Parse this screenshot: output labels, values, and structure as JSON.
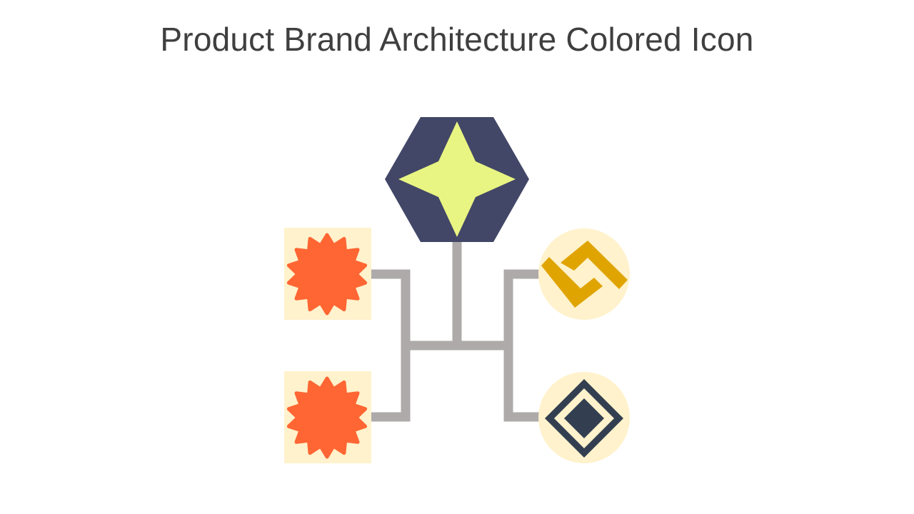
{
  "slide": {
    "title": "Product Brand Architecture Colored Icon"
  },
  "colors": {
    "background": "#ffffff",
    "title_text": "#3f3f3f",
    "connector": "#aeaaaa",
    "hexagon": "#424767",
    "star": "#e9f582",
    "tile_background": "#fff2cc",
    "sunburst": "#ff6633",
    "gold_logo": "#e0a400",
    "diamond_logo": "#333f50"
  },
  "diagram": {
    "root": {
      "shape": "hexagon",
      "icon": "four-point-star-icon"
    },
    "children": [
      {
        "position": "top-left",
        "tile": "square",
        "icon": "sunburst-icon"
      },
      {
        "position": "bottom-left",
        "tile": "square",
        "icon": "sunburst-icon"
      },
      {
        "position": "top-right",
        "tile": "circle",
        "icon": "interlocking-chevrons-icon"
      },
      {
        "position": "bottom-right",
        "tile": "circle",
        "icon": "nested-diamond-icon"
      }
    ]
  }
}
